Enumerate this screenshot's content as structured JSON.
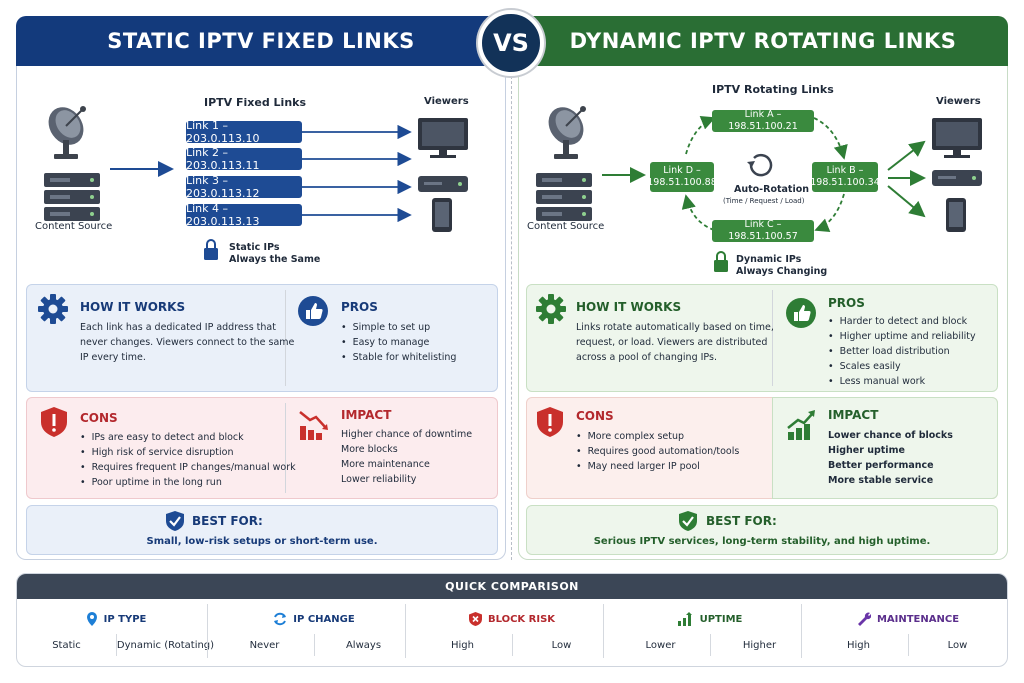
{
  "title_left": "STATIC IPTV FIXED LINKS",
  "title_right": "DYNAMIC IPTV ROTATING LINKS",
  "vs": "VS",
  "static": {
    "source": "Content Source",
    "links_title": "IPTV Fixed Links",
    "links": [
      "Link 1 – 203.0.113.10",
      "Link 2 – 203.0.113.11",
      "Link 3 – 203.0.113.12",
      "Link 4 – 203.0.113.13"
    ],
    "viewers": "Viewers",
    "lock_line1": "Static IPs",
    "lock_line2": "Always the Same",
    "how_title": "HOW IT WORKS",
    "how_text": [
      "Each link has a dedicated IP address that",
      "never changes. Viewers connect to the same",
      "IP every time."
    ],
    "pros_title": "PROS",
    "pros": [
      "Simple to set up",
      "Easy to manage",
      "Stable for whitelisting"
    ],
    "cons_title": "CONS",
    "cons": [
      "IPs are easy to detect and block",
      "High risk of service disruption",
      "Requires frequent IP changes/manual work",
      "Poor uptime in the long run"
    ],
    "impact_title": "IMPACT",
    "impact": [
      "Higher chance of downtime",
      "More blocks",
      "More maintenance",
      "Lower reliability"
    ],
    "best_title": "BEST FOR:",
    "best_text": "Small, low-risk setups or short-term use."
  },
  "dynamic": {
    "source": "Content Source",
    "links_title": "IPTV Rotating Links",
    "link_a": "Link A – 198.51.100.21",
    "link_b_1": "Link B –",
    "link_b_2": "198.51.100.34",
    "link_c": "Link C – 198.51.100.57",
    "link_d_1": "Link D –",
    "link_d_2": "198.51.100.88",
    "rotation": "Auto-Rotation",
    "rotation_sub": "(Time / Request / Load)",
    "viewers": "Viewers",
    "lock_line1": "Dynamic IPs",
    "lock_line2": "Always Changing",
    "how_title": "HOW IT WORKS",
    "how_text": [
      "Links rotate automatically based on time,",
      "request, or load. Viewers are distributed",
      "across a pool of changing IPs."
    ],
    "pros_title": "PROS",
    "pros": [
      "Harder to detect and block",
      "Higher uptime and reliability",
      "Better load distribution",
      "Scales easily",
      "Less manual work"
    ],
    "cons_title": "CONS",
    "cons": [
      "More complex setup",
      "Requires good automation/tools",
      "May need larger IP pool"
    ],
    "impact_title": "IMPACT",
    "impact": [
      "Lower chance of blocks",
      "Higher uptime",
      "Better performance",
      "More stable service"
    ],
    "best_title": "BEST FOR:",
    "best_text": "Serious IPTV services, long-term stability, and high uptime."
  },
  "quick": {
    "title": "QUICK COMPARISON",
    "cols": [
      {
        "label": "IP TYPE",
        "a": "Static",
        "b": "Dynamic (Rotating)"
      },
      {
        "label": "IP CHANGE",
        "a": "Never",
        "b": "Always"
      },
      {
        "label": "BLOCK RISK",
        "a": "High",
        "b": "Low"
      },
      {
        "label": "UPTIME",
        "a": "Lower",
        "b": "Higher"
      },
      {
        "label": "MAINTENANCE",
        "a": "High",
        "b": "Low"
      }
    ]
  },
  "colors": {
    "blue": "#133a7c",
    "green": "#2a6e34",
    "red": "#c9302c",
    "navy": "#123258"
  }
}
